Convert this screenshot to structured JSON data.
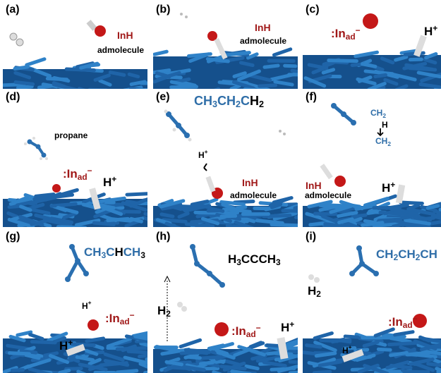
{
  "panels": [
    {
      "label": "(a)",
      "texts": {
        "admol_main": "InH",
        "admol_sub": "admolecule"
      }
    },
    {
      "label": "(b)",
      "texts": {
        "admol_main": "InH",
        "admol_sub": "admolecule"
      }
    },
    {
      "label": "(c)",
      "texts": {
        "inad_pre": ":In",
        "inad_sub": "ad",
        "inad_sup": "−",
        "hplus": "H",
        "hplus_sup": "+"
      }
    },
    {
      "label": "(d)",
      "texts": {
        "propane": "propane",
        "inad_pre": ":In",
        "inad_sub": "ad",
        "inad_sup": "−",
        "hplus": "H",
        "hplus_sup": "+"
      }
    },
    {
      "label": "(e)",
      "texts": {
        "formula_a": "CH",
        "formula_b": "3",
        "formula_c": "CH",
        "formula_d": "2",
        "formula_e": "C",
        "formula_f": "H",
        "formula_g": "2",
        "hplus": "H",
        "hplus_sup": "+",
        "admol_main": "InH",
        "admol_sub": "admolecule"
      }
    },
    {
      "label": "(f)",
      "texts": {
        "ch2_top": "CH",
        "ch2_top_sub": "2",
        "h_mid": "H",
        "ch2_bot": "CH",
        "ch2_bot_sub": "2",
        "admol_main": "InH",
        "admol_sub": "admolecule",
        "hplus": "H",
        "hplus_sup": "+"
      }
    },
    {
      "label": "(g)",
      "texts": {
        "formula": "CH",
        "f3": "3",
        "fc": "C",
        "fh": "H",
        "fc2": "CH",
        "f3b": "3",
        "hplus_small": "H",
        "hplus_small_sup": "+",
        "inad_pre": ":In",
        "inad_sub": "ad",
        "inad_sup": "−",
        "hplus": "H",
        "hplus_sup": "+"
      }
    },
    {
      "label": "(h)",
      "texts": {
        "formula_a": "H",
        "formula_b": "3",
        "formula_c": "C",
        "formula_d": "C",
        "formula_e": "CH",
        "formula_f": "3",
        "h2": "H",
        "h2_sub": "2",
        "inad_pre": ":In",
        "inad_sub": "ad",
        "inad_sup": "−",
        "hplus": "H",
        "hplus_sup": "+"
      }
    },
    {
      "label": "(i)",
      "texts": {
        "formula_a": "CH",
        "formula_b": "2",
        "formula_c": "CH",
        "formula_d": "2",
        "formula_e": "CH",
        "h2": "H",
        "h2_sub": "2",
        "inad_pre": ":In",
        "inad_sub": "ad",
        "inad_sup": "−",
        "hplus": "H",
        "hplus_sup": "+"
      }
    }
  ],
  "colors": {
    "surface": "#1f64a8",
    "oxygen": "#c41818",
    "hydrogen": "#e4e4e4",
    "carbon": "#2a6fb0",
    "in_label": "#a01818",
    "formula_blue": "#2f6ea8"
  }
}
